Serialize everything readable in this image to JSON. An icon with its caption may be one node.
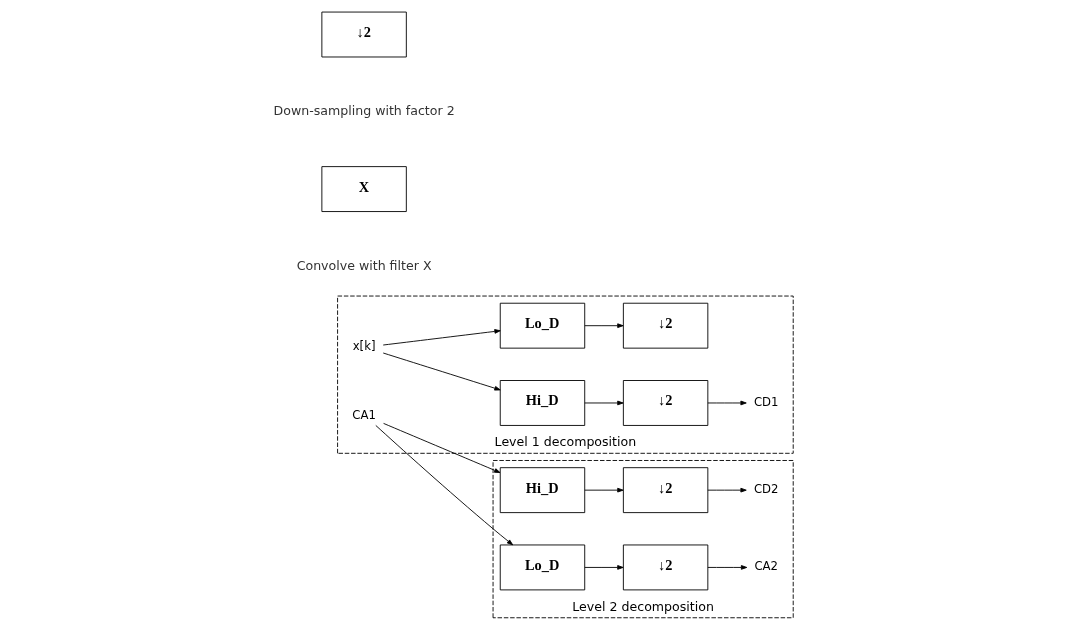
{
  "diagram": {
    "nodes": [
      {
        "text": [
          "Level 1 decomposition"
        ]
      },
      {
        "text": [
          "x[k]"
        ],
        "in": 0
      },
      {
        "text": [
          "Hi_D"
        ],
        "in": 0
      },
      {
        "text": [
          "↓2"
        ],
        "in": 0
      },
      {
        "text": [
          "Lo_D"
        ],
        "in": 0
      },
      {
        "text": [
          "↓2"
        ],
        "in": 0
      },
      {
        "text": [
          "CD1"
        ],
        "in": 0
      },
      {
        "text": [
          "CA1"
        ],
        "in": 0
      },
      {
        "text": [
          "Level 2 decomposition"
        ]
      },
      {
        "text": [
          "Hi_D"
        ],
        "in": 8
      },
      {
        "text": [
          "↓2"
        ],
        "in": 8
      },
      {
        "text": [
          "Lo_D"
        ],
        "in": 8
      },
      {
        "text": [
          "↓2"
        ],
        "in": 8
      },
      {
        "text": [
          "CD2"
        ],
        "in": 8
      },
      {
        "text": [
          "CA2"
        ],
        "in": 8
      },
      {
        "text": [
          "X"
        ],
        "beside": [
          "Convolve with filter X"
        ]
      },
      {
        "text": [
          "↓2"
        ],
        "beside": [
          "Down-sampling with factor 2"
        ]
      }
    ],
    "edges": [
      {
        "from": 1,
        "to": 2,
        "arrow": "to"
      },
      {
        "from": 1,
        "to": 4,
        "arrow": "to"
      },
      {
        "from": 2,
        "to": 3,
        "arrow": "to"
      },
      {
        "from": 4,
        "to": 5,
        "arrow": "to"
      },
      {
        "from": 3,
        "to": 6,
        "arrow": "to"
      },
      {
        "from": 7,
        "to": 9,
        "arrow": "to"
      },
      {
        "from": 7,
        "to": 11,
        "arrow": "to"
      },
      {
        "from": 9,
        "to": 10,
        "arrow": "to"
      },
      {
        "from": 11,
        "to": 12,
        "arrow": "to"
      },
      {
        "from": 10,
        "to": 13,
        "arrow": "to"
      },
      {
        "from": 12,
        "to": 14,
        "arrow": "to"
      }
    ]
  }
}
